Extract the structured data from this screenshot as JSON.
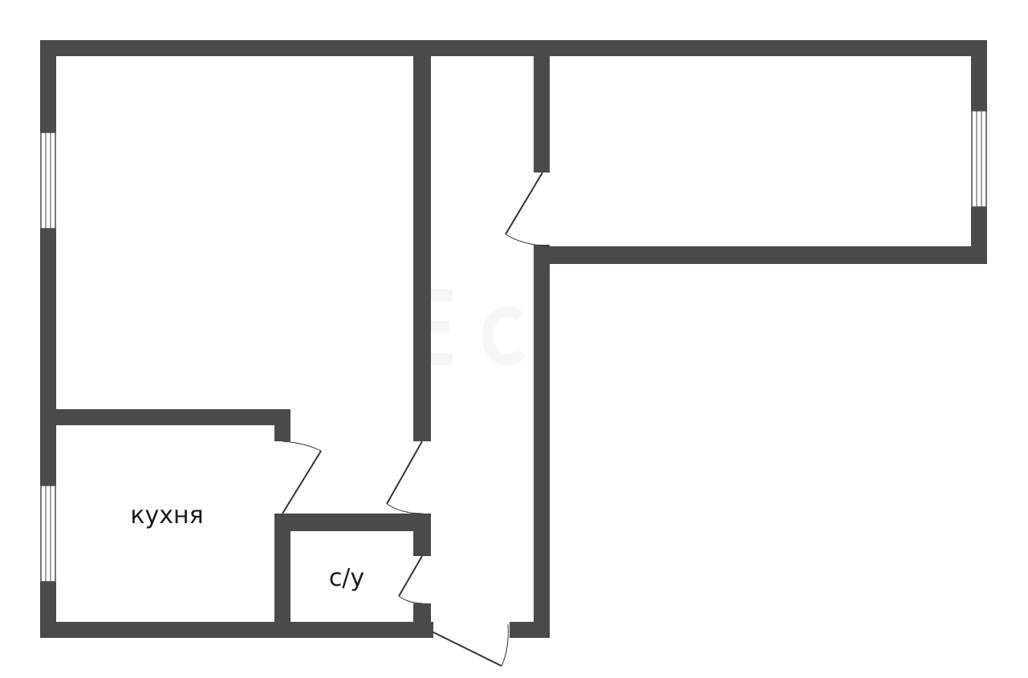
{
  "plan": {
    "rooms": [
      {
        "id": "kitchen",
        "label": "кухня"
      },
      {
        "id": "bathroom",
        "label": "с/у"
      }
    ]
  },
  "colors": {
    "wall": "#4a4a4a",
    "background": "#ffffff",
    "text": "#1a1a1a"
  }
}
